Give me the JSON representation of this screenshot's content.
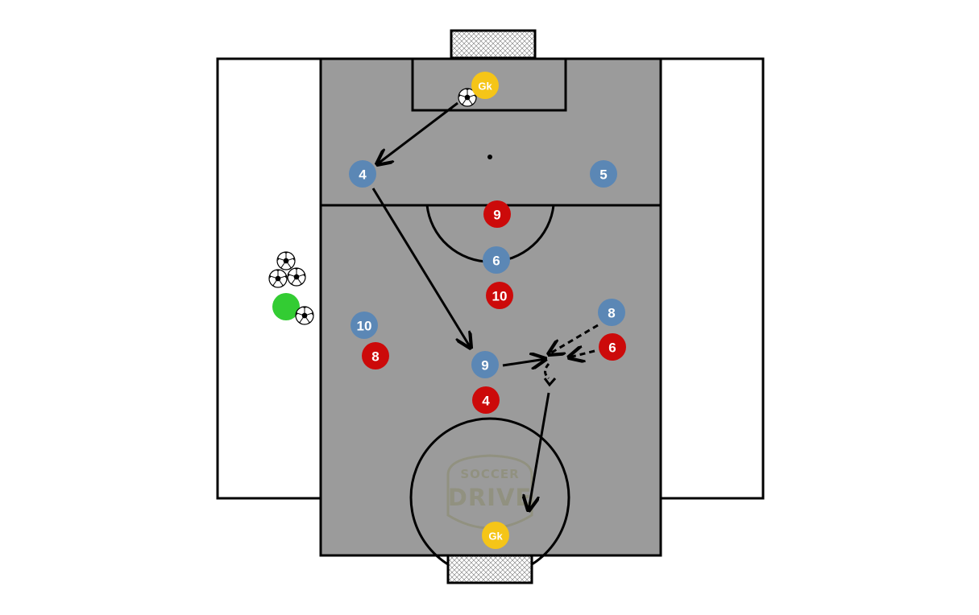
{
  "diagram": {
    "colors": {
      "pitch": "#9b9b9b",
      "side_zone": "#ffffff",
      "lines": "#000000",
      "team_blue": "#5b87b5",
      "team_red": "#cc0a0a",
      "goalkeeper": "#f5c518",
      "coach": "#33cc33",
      "arrow": "#000000"
    },
    "blue_players": [
      "4",
      "5",
      "6",
      "10",
      "9",
      "8"
    ],
    "red_players": [
      "9",
      "10",
      "8",
      "6",
      "4"
    ],
    "goalkeepers": [
      "Gk",
      "Gk"
    ],
    "watermark": {
      "top": "SOCCER",
      "bottom": "DRIVE"
    }
  }
}
